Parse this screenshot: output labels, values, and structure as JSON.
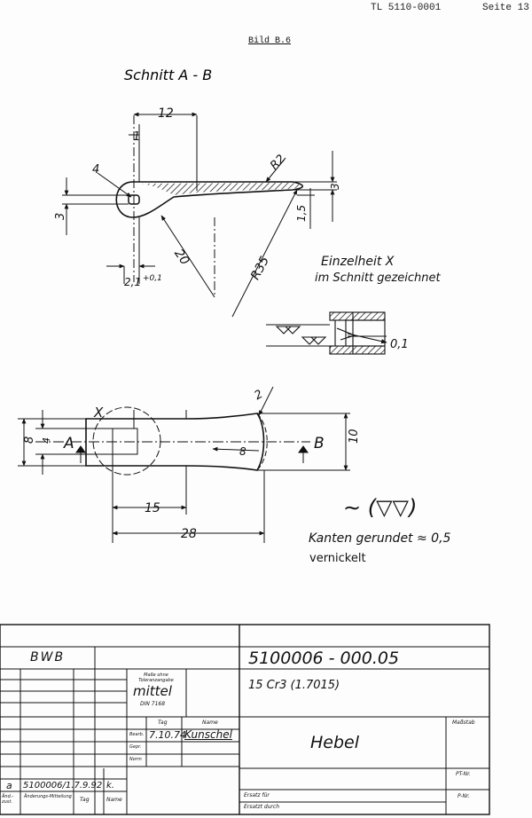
{
  "header": {
    "doc_id": "TL 5110-0001",
    "page": "Seite 13"
  },
  "figure": {
    "label": "Bild B.6",
    "section_title": "Schnitt A - B",
    "detail_title": "Einzelheit X",
    "detail_subtitle": "im Schnitt gezeichnet",
    "detail_dim": "0,1",
    "edge_note": "Kanten gerundet ≈ 0,5",
    "coating": "vernickelt",
    "surface_symbol": "∼ (▽▽)",
    "dims_section": {
      "width": "12",
      "hole_offset": "1",
      "hole_dia": "4",
      "radius_tip": "R2",
      "height_tip": "3",
      "height_hole": "3",
      "height_mid": "1,5",
      "length_20": "20",
      "radius_35": "R35",
      "slot": "2,1",
      "slot_tol": "+0,1"
    },
    "dims_plan": {
      "detail_mark": "X",
      "height_outer": "8",
      "height_inner": "4",
      "section_a": "A",
      "section_b": "B",
      "width_15": "15",
      "width_28": "28",
      "end_radius": "2",
      "end_height": "10",
      "neck": "8"
    }
  },
  "title_block": {
    "company": "BWB",
    "part_number": "5100006 - 000.05",
    "material": "15 Cr3 (1.7015)",
    "tolerance_label": "Maße ohne Toleranzangabe",
    "tolerance_value": "mittel",
    "tolerance_std": "DIN 7168",
    "col_tag": "Tag",
    "col_name": "Name",
    "row_bearb": "Bearb.",
    "row_gepr": "Gepr.",
    "row_norm": "Norm",
    "bearb_date": "7.10.74",
    "bearb_sign": "Kunschel",
    "part_name": "Hebel",
    "scale_label": "Maßstab",
    "pt_label": "PT-Nr.",
    "p_label": "P-Nr.",
    "replaces_label": "Ersatz für",
    "replaced_by_label": "Ersatzt durch",
    "rev_letter": "a",
    "rev_number": "5100006/1.7.9.92",
    "rev_by": "k.",
    "rev_col_index": "Änd.-zust.",
    "rev_col_note": "Änderungs-Mitteilung",
    "rev_col_date": "Tag",
    "rev_col_name": "Name"
  }
}
